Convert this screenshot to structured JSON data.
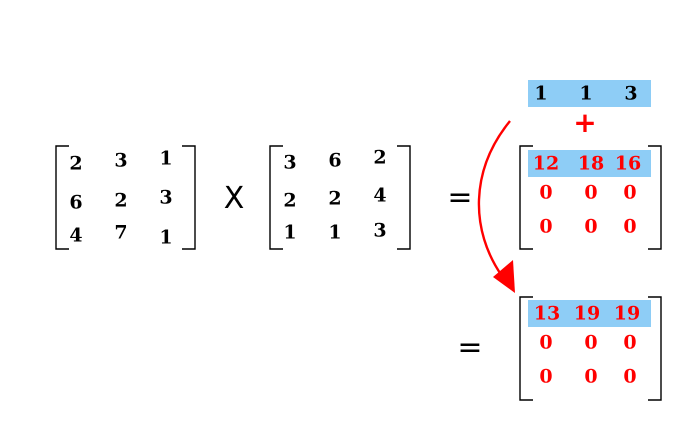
{
  "colors": {
    "text": "#000000",
    "result_text": "#ff0000",
    "highlight": "#8ecdf6",
    "arrow": "#ff0000"
  },
  "matrix_a": [
    [
      "2",
      "3",
      "1"
    ],
    [
      "6",
      "2",
      "3"
    ],
    [
      "4",
      "7",
      "1"
    ]
  ],
  "matrix_b": [
    [
      "3",
      "6",
      "2"
    ],
    [
      "2",
      "2",
      "4"
    ],
    [
      "1",
      "1",
      "3"
    ]
  ],
  "carry_row": [
    "1",
    "1",
    "3"
  ],
  "plus_sign": "+",
  "times_sign": "X",
  "equals_sign": "=",
  "matrix_c": [
    [
      "12",
      "18",
      "16"
    ],
    [
      "0",
      "0",
      "0"
    ],
    [
      "0",
      "0",
      "0"
    ]
  ],
  "matrix_d": [
    [
      "13",
      "19",
      "19"
    ],
    [
      "0",
      "0",
      "0"
    ],
    [
      "0",
      "0",
      "0"
    ]
  ]
}
